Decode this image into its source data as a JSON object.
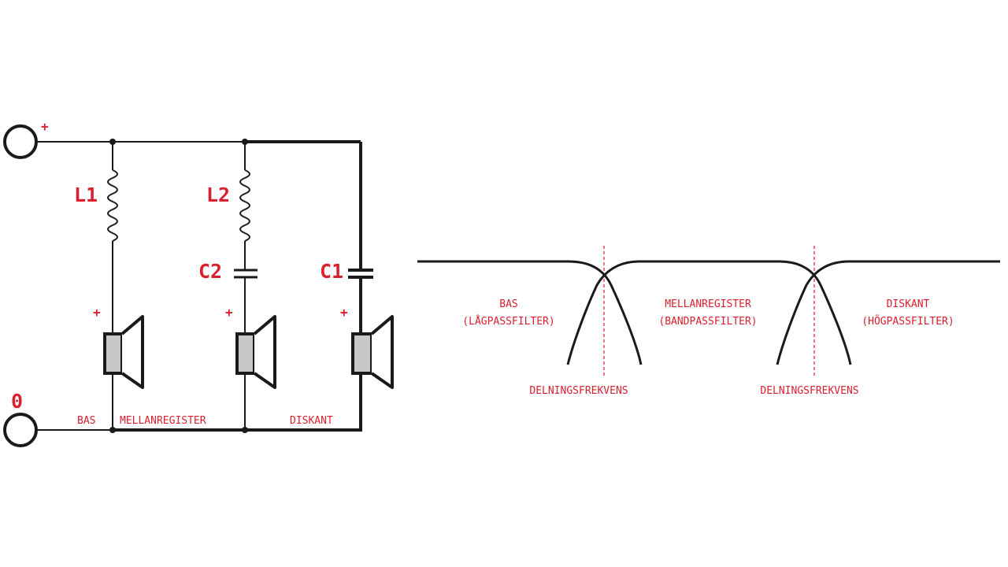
{
  "colors": {
    "label": "#d9202e",
    "line": "#1a1a1a",
    "driver": "#c8c8c8",
    "guide": "#d9202e"
  },
  "circuit": {
    "terminal_plus": "+",
    "terminal_zero": "0",
    "inductor_1": "L1",
    "inductor_2": "L2",
    "capacitor_1": "C1",
    "capacitor_2": "C2",
    "polarity_mark": "+",
    "bottom_labels": {
      "bas": "BAS",
      "mellan": "MELLANREGISTER",
      "diskant": "DISKANT"
    }
  },
  "response": {
    "bands": [
      {
        "name": "BAS",
        "filter": "(LÅGPASSFILTER)"
      },
      {
        "name": "MELLANREGISTER",
        "filter": "(BANDPASSFILTER)"
      },
      {
        "name": "DISKANT",
        "filter": "(HÖGPASSFILTER)"
      }
    ],
    "crossover_label": "DELNINGSFREKVENS"
  }
}
